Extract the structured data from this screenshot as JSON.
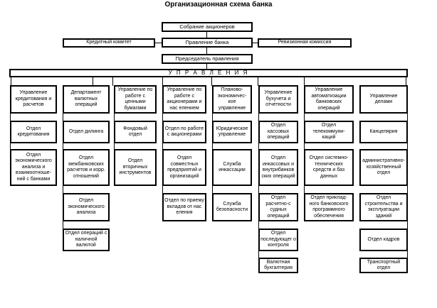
{
  "title": "Организационная схема банка",
  "top": {
    "shareholders": "Собрание акционеров",
    "board": "Правление банка",
    "credit_committee": "Кредитный комитет",
    "audit_commission": "Ревизионная комиссия",
    "chairman": "Председатель правления",
    "management": "У П Р А В Л Е Н И Я"
  },
  "columns": [
    {
      "header": "Управление кредитования и расчетов",
      "items": [
        "Отдел кредитования",
        "Отдел экономического анализа и взаимоотноше-ний с банками"
      ]
    },
    {
      "header": "Департамент валютных операций",
      "items": [
        "Отдел дилинга",
        "Отдел межбанковских расчетов и корр. отношений",
        "Отдел экономического анализа",
        "Отдел операций с наличной валютой"
      ]
    },
    {
      "header": "Управление по работе с ценными бумагами",
      "items": [
        "Фондовый отдел",
        "Отдел вторичных инструментов"
      ]
    },
    {
      "header": "Управление по работе с акционерами и нас елением",
      "items": [
        "Отдел по работе с акционерами",
        "Отдел совместных предприятий и организаций",
        "Отдел по приему вкладов от нас еления"
      ]
    },
    {
      "header": "Планово-экономичес-кое управление",
      "items": [
        "Юридическое управление",
        "Служба инкассации",
        "Служба безопасности"
      ]
    },
    {
      "header": "Управление бухучета и отчетности",
      "items": [
        "Отдел кассовых операций",
        "Отдел инкассовых и внутрибанков ских операций",
        "Отдел расчетно-с судных операций",
        "Отдел последующег о контроля",
        "Валютная бухгалтерия"
      ]
    },
    {
      "header": "Управление автоматизации банковских операций",
      "items": [
        "Отдел телекоммуни-каций",
        "Отдел системно-технических средств и баз данных",
        "Отдел приклад-ного банковского программного обеспечения"
      ]
    },
    {
      "header": "Управление делами",
      "items": [
        "Канцелярия",
        "административно-хозяйственный отдел",
        "Отдел строительства и эксплуатации зданий",
        "Отдел кадров",
        "Транспортный отдел"
      ]
    }
  ]
}
